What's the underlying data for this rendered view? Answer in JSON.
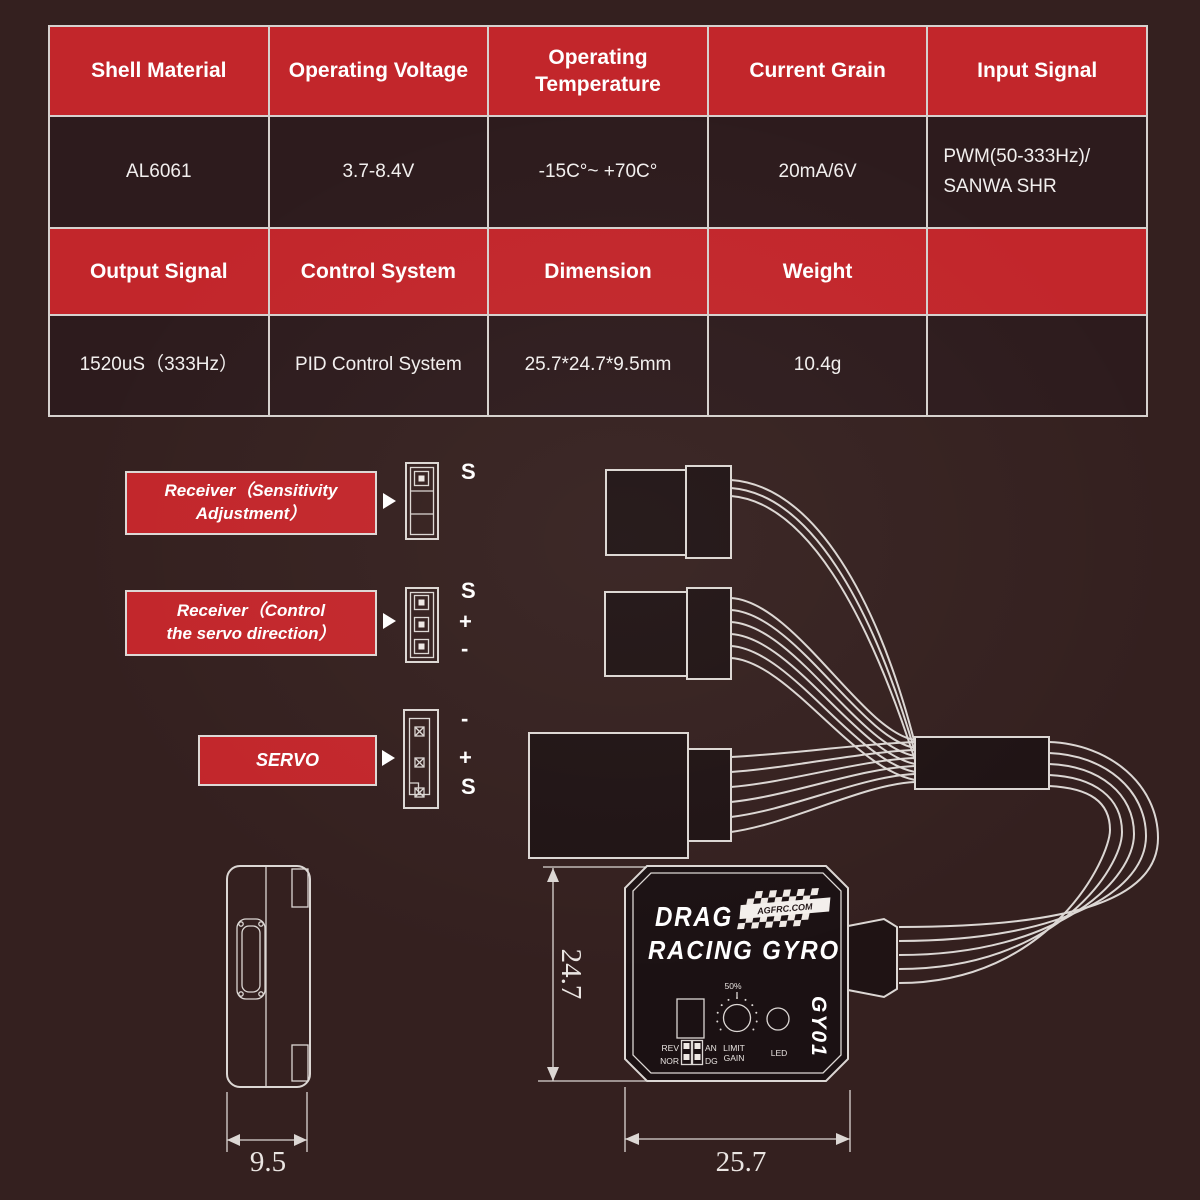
{
  "page": {
    "bg_color": "#34201f",
    "accent_red": "#c2262b",
    "line_color": "#dcd7d4"
  },
  "spec_table": {
    "header_row1": [
      "Shell Material",
      "Operating Voltage",
      "Operating Temperature",
      "Current Grain",
      "Input Signal"
    ],
    "value_row1": [
      "AL6061",
      "3.7-8.4V",
      "-15C°~ +70C°",
      "20mA/6V",
      "PWM(50-333Hz)/\nSANWA SHR"
    ],
    "header_row2": [
      "Output Signal",
      "Control System",
      "Dimension",
      "Weight",
      ""
    ],
    "value_row2": [
      "1520uS（333Hz）",
      "PID Control System",
      "25.7*24.7*9.5mm",
      "10.4g",
      ""
    ]
  },
  "wiring": {
    "label_sensitivity": {
      "line1": "Receiver（Sensitivity",
      "line2": "Adjustment）"
    },
    "label_direction": {
      "line1": "Receiver（Control",
      "line2": "the servo direction）"
    },
    "label_servo": "SERVO",
    "pins_sensitivity": [
      "S"
    ],
    "pins_direction": [
      "S",
      "+",
      "-"
    ],
    "pins_servo": [
      "-",
      "+",
      "S"
    ]
  },
  "gyro": {
    "title_line1": "DRAG",
    "title_line2": "RACING GYRO",
    "brand": "AGFRC.COM",
    "model": "GY01",
    "knob_value": "50%",
    "knob_label_line1": "LIMIT",
    "knob_label_line2": "GAIN",
    "led_label": "LED",
    "switch_labels": {
      "top_left": "REV",
      "top_right": "AN",
      "bottom_left": "NOR",
      "bottom_right": "DG"
    }
  },
  "dimensions": {
    "width": "25.7",
    "height": "24.7",
    "depth": "9.5"
  }
}
